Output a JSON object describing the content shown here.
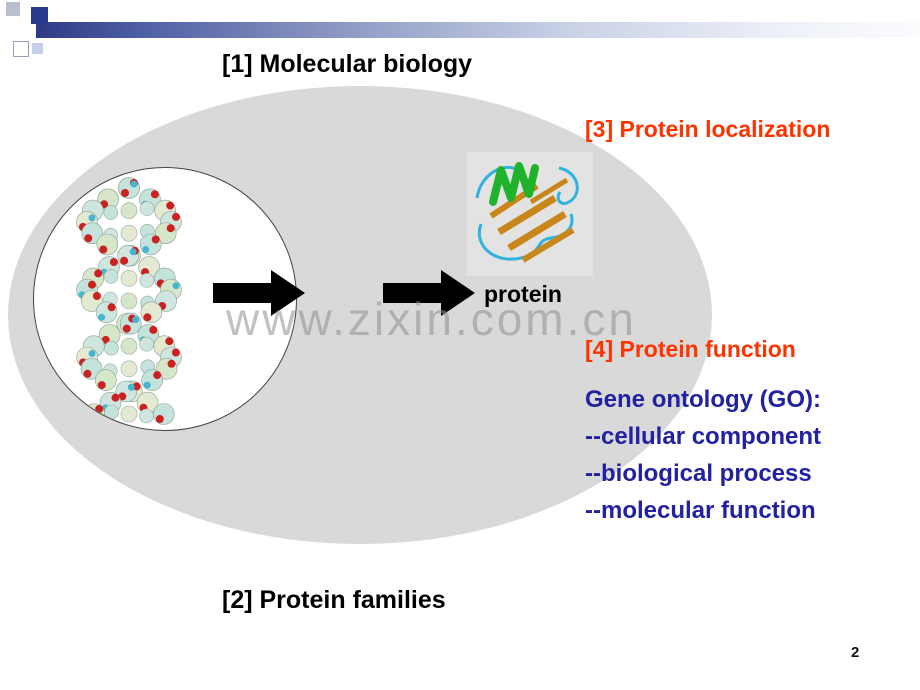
{
  "slide": {
    "title": "[1] Molecular biology",
    "bottom_label": "[2] Protein families",
    "right_labels": {
      "localization": "[3] Protein localization",
      "function": "[4] Protein function"
    },
    "gene_ontology": {
      "heading": "Gene ontology (GO):",
      "items": [
        "--cellular component",
        "--biological process",
        "--molecular function"
      ]
    },
    "protein_label": "protein",
    "watermark": "www.zixin.com.cn",
    "page_number": "2",
    "colors": {
      "red_label": "#ff3300",
      "blue_text": "#2222a0",
      "ellipse_fill": "#d9d9d9",
      "bar_navy": "#2a3a8c"
    },
    "icons": {
      "dna": "dna-double-helix-icon",
      "protein": "protein-ribbon-icon",
      "arrow": "right-arrow-icon"
    }
  }
}
